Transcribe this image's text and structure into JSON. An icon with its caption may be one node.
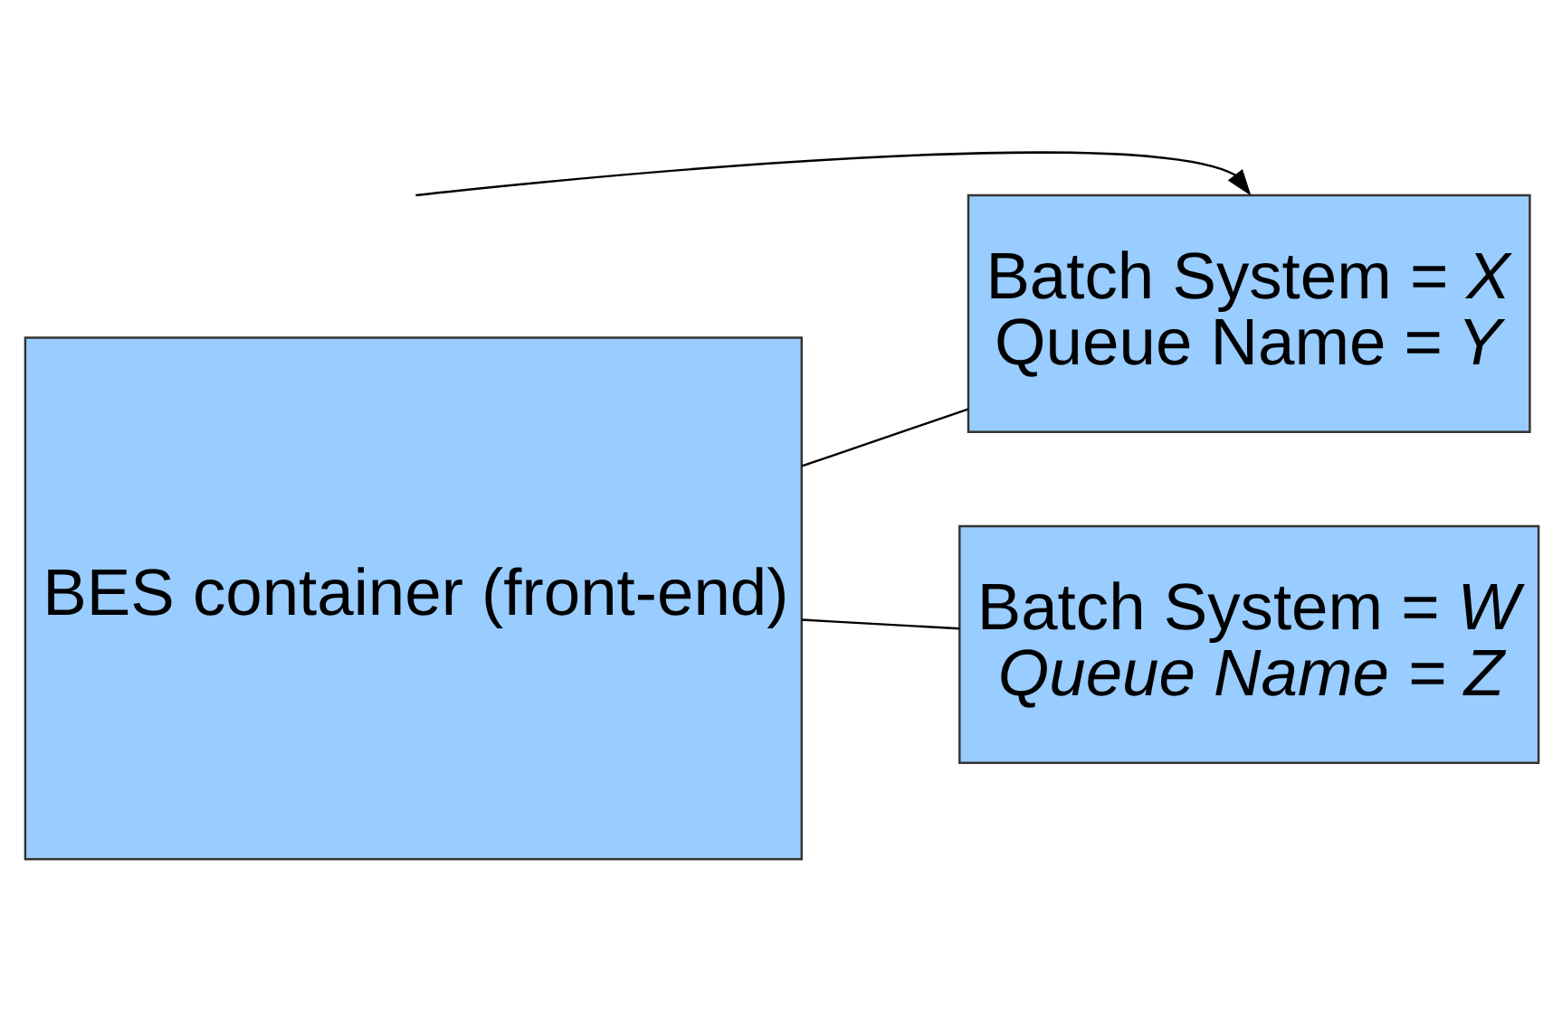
{
  "diagram": {
    "nodes": [
      {
        "text": [
          "BES container (front-end)"
        ]
      },
      {
        "text": [
          "Batch System = *X*",
          "Queue Name = *Y*"
        ]
      },
      {
        "text": [
          "Batch System = *W*",
          "*Queue Name = Z*"
        ]
      }
    ],
    "edges": [
      {
        "from": 0,
        "to": 1,
        "arrow": "none"
      },
      {
        "from": 0,
        "to": 2,
        "arrow": "none"
      },
      {
        "from": null,
        "to": 1,
        "arrow": "to"
      }
    ]
  }
}
